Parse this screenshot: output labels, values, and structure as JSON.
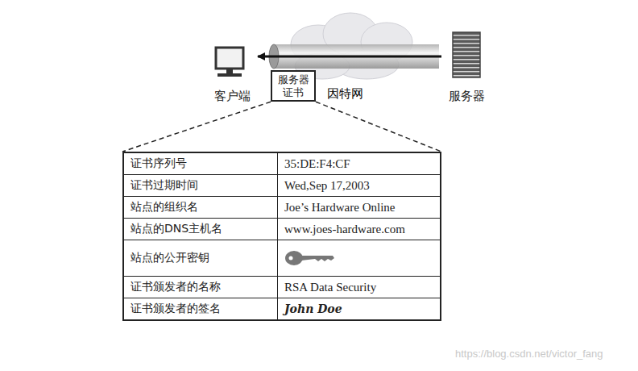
{
  "diagram": {
    "nodes": [
      {
        "text": [
          "客户端"
        ]
      },
      {
        "text": [
          "服务器证书"
        ]
      },
      {
        "text": [
          "服务器"
        ]
      }
    ],
    "edges": [
      {
        "from": 2,
        "to": 0,
        "arrow": "to"
      }
    ],
    "labels": [
      "因特网",
      "证书序列号",
      "35:DE:F4:CF",
      "证书过期时间",
      "Wed,Sep 17,2003",
      "站点的组织名",
      "Joe’s Hardware Online",
      "站点的DNS主机名",
      "www.joes-hardware.com",
      "站点的公开密钥",
      "证书颁发者的名称",
      "RSA Data Security",
      "证书颁发者的签名",
      "John Doe",
      "https://blog.csdn.net/victor_fang"
    ]
  }
}
